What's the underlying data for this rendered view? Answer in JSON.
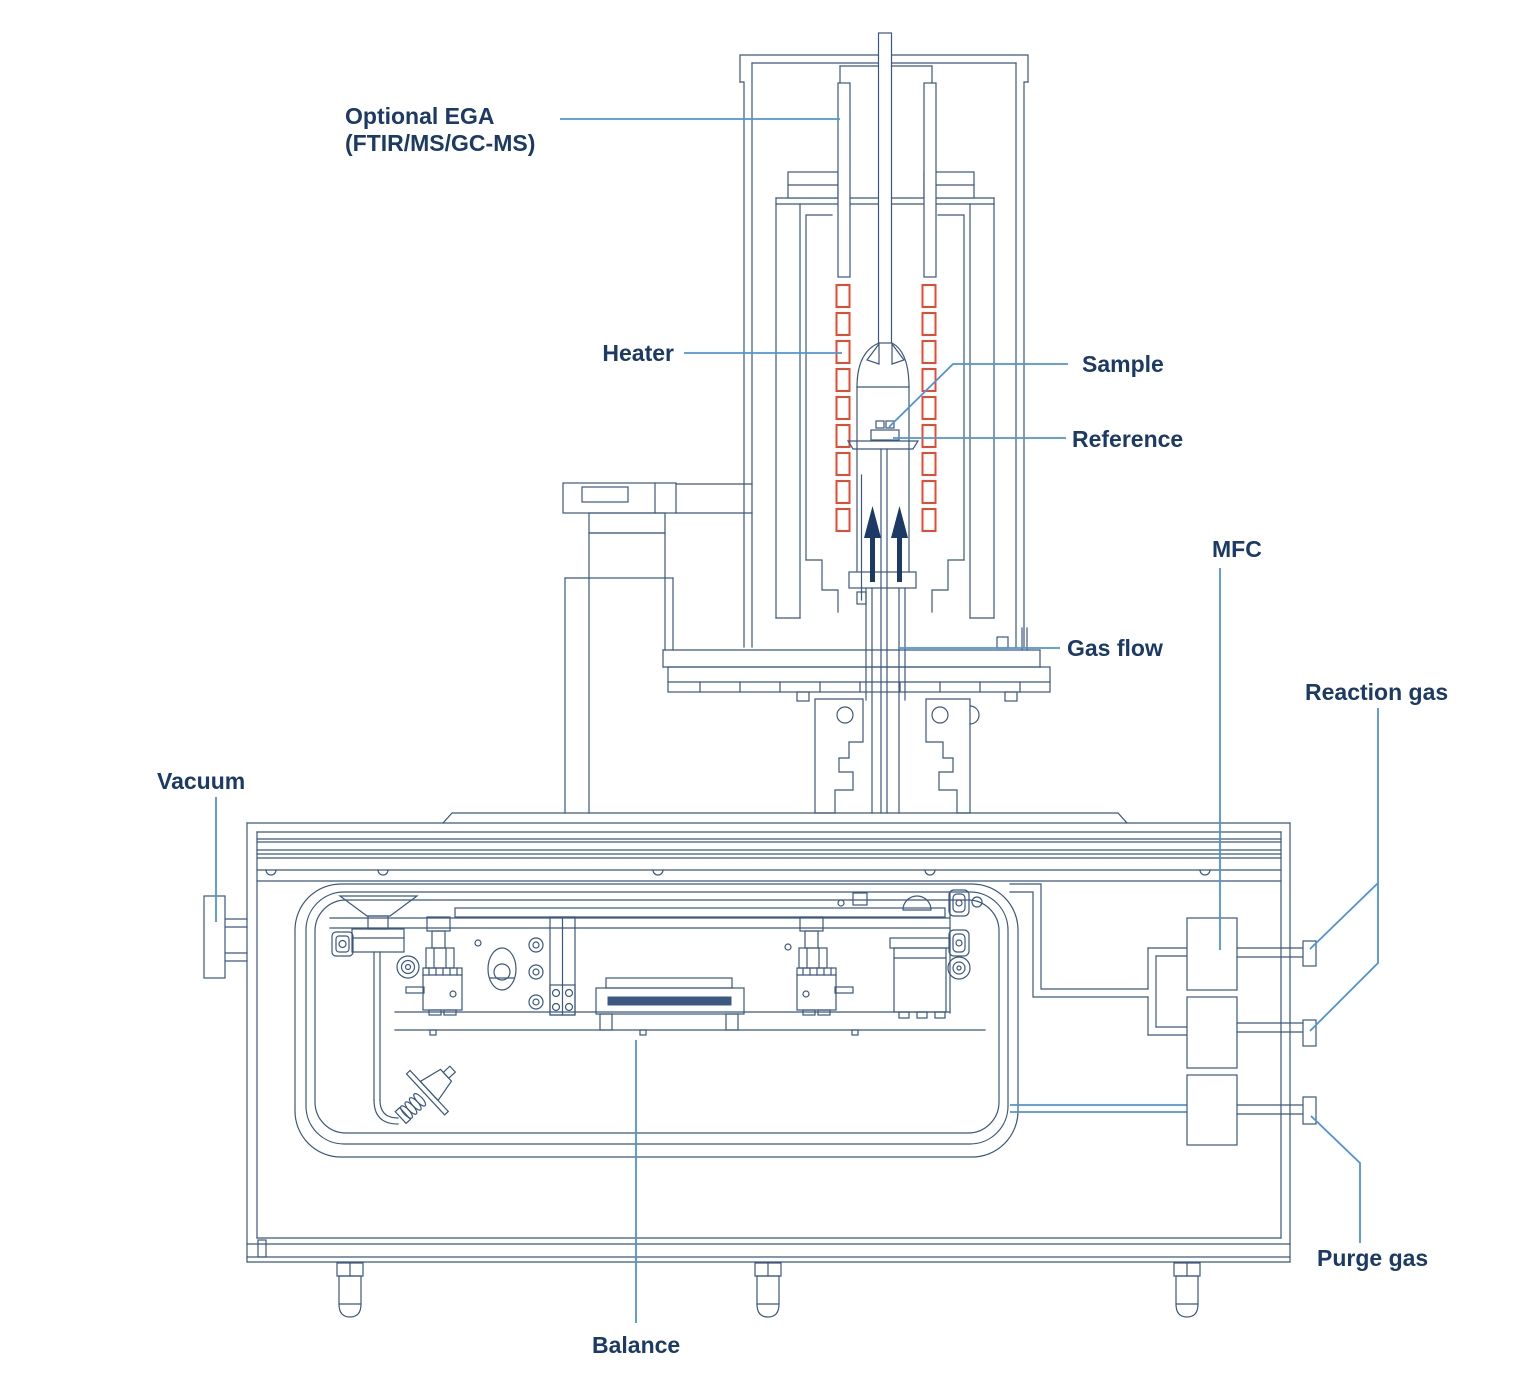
{
  "diagram": {
    "labels": {
      "optional_ega_line1": "Optional EGA",
      "optional_ega_line2": "(FTIR/MS/GC-MS)",
      "heater": "Heater",
      "sample": "Sample",
      "reference": "Reference",
      "mfc": "MFC",
      "gas_flow": "Gas flow",
      "reaction_gas": "Reaction gas",
      "vacuum": "Vacuum",
      "purge_gas": "Purge gas",
      "balance": "Balance"
    },
    "colors": {
      "line": "#3b5880",
      "label_text": "#1b3a66",
      "leader": "#4d94d6",
      "heater_element": "#e8492f",
      "arrow": "#1b3a66",
      "background": "#ffffff"
    }
  }
}
